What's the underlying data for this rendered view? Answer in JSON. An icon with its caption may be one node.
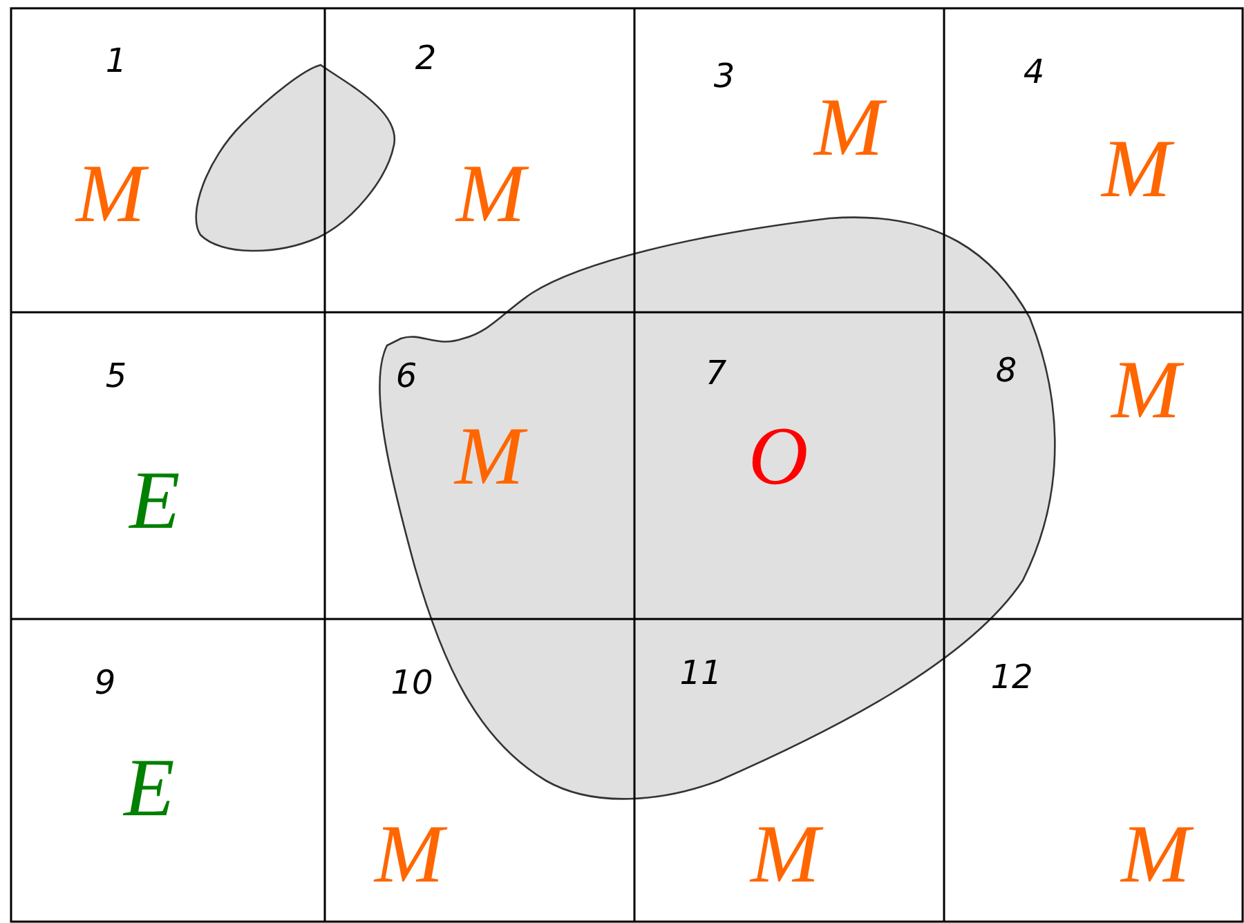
{
  "diagram": {
    "labels": [
      "1",
      "M",
      "2",
      "M",
      "3",
      "M",
      "4",
      "M",
      "5",
      "E",
      "6",
      "M",
      "7",
      "O",
      "8",
      "M",
      "9",
      "E",
      "10",
      "M",
      "11",
      "M",
      "12",
      "M"
    ]
  }
}
